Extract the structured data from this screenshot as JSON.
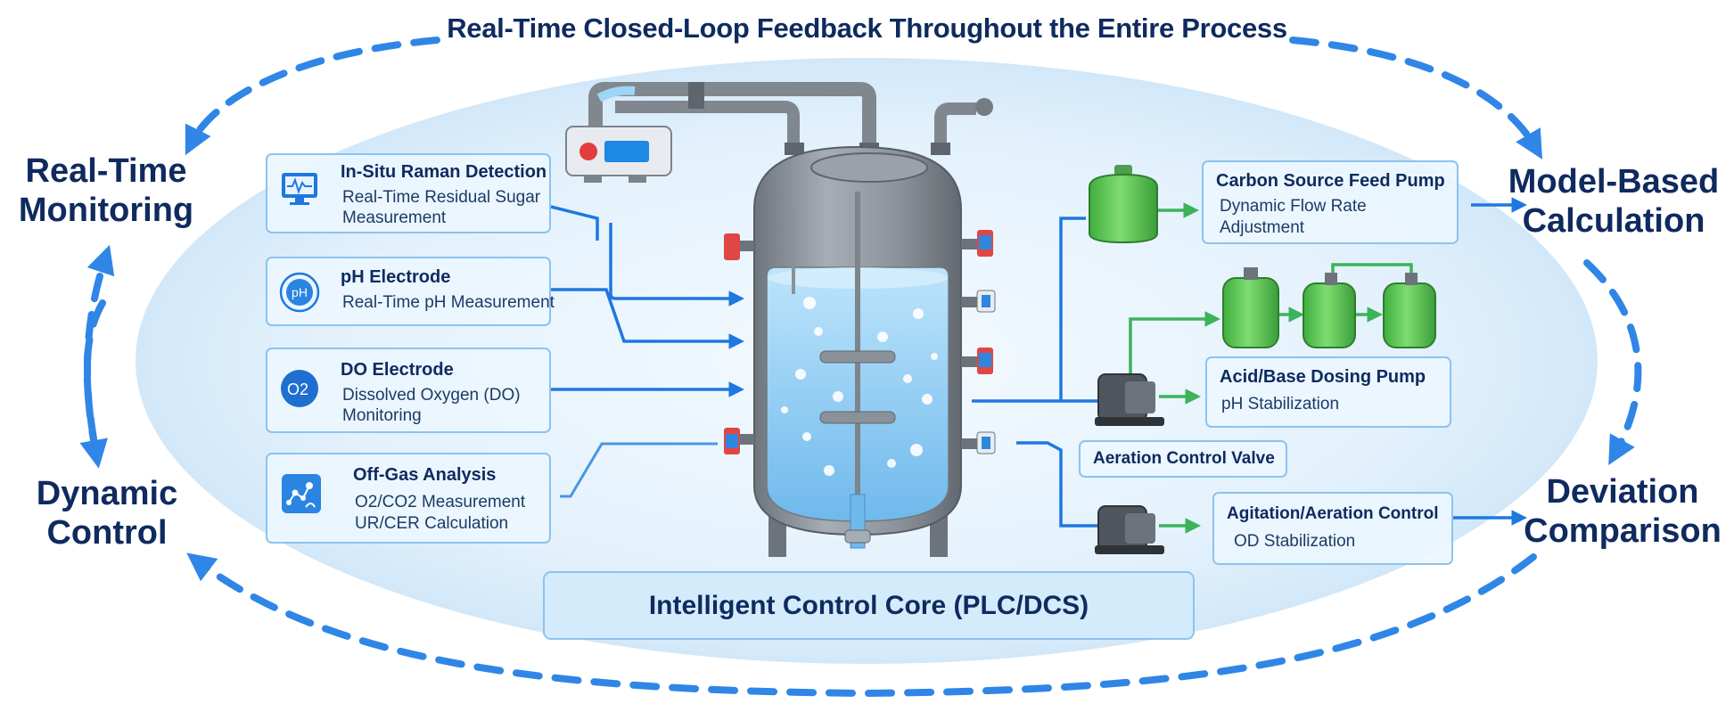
{
  "title": "Real-Time Closed-Loop Feedback Throughout the Entire Process",
  "stages": {
    "monitoring": [
      "Real-Time",
      "Monitoring"
    ],
    "calculation": [
      "Model-Based",
      "Calculation"
    ],
    "comparison": [
      "Deviation",
      "Comparison"
    ],
    "control": [
      "Dynamic",
      "Control"
    ]
  },
  "sensors": [
    {
      "title": "In-Situ Raman Detection",
      "lines": [
        "Real-Time Residual Sugar",
        "Measurement"
      ],
      "icon": "monitor-waveform-icon"
    },
    {
      "title": "pH Electrode",
      "lines": [
        "Real-Time pH Measurement"
      ],
      "icon": "ph-badge-icon",
      "icon_text": "pH"
    },
    {
      "title": "DO Electrode",
      "lines": [
        "Dissolved Oxygen (DO)",
        "Monitoring"
      ],
      "icon": "oxygen-icon",
      "icon_text": "O2"
    },
    {
      "title": "Off-Gas Analysis",
      "lines": [
        "O2/CO2 Measurement",
        "UR/CER Calculation"
      ],
      "icon": "molecule-analysis-icon"
    }
  ],
  "actuators": [
    {
      "title": "Carbon Source Feed Pump",
      "lines": [
        "Dynamic Flow Rate",
        "Adjustment"
      ]
    },
    {
      "title": "Acid/Base Dosing Pump",
      "lines": [
        "pH Stabilization"
      ]
    },
    {
      "title": "Aeration Control Valve",
      "lines": []
    },
    {
      "title": "Agitation/Aeration Control",
      "lines": [
        "OD Stabilization"
      ]
    }
  ],
  "core": "Intelligent Control Core (PLC/DCS)",
  "colors": {
    "navy": "#0f2a5f",
    "accent_blue": "#1e78e0",
    "box_border": "#8cc3ef",
    "tank_gray": "#8a9098",
    "liquid_blue": "#9fd4f5",
    "pump_green": "#5ecc5e",
    "arrow_green": "#3cb35a"
  }
}
